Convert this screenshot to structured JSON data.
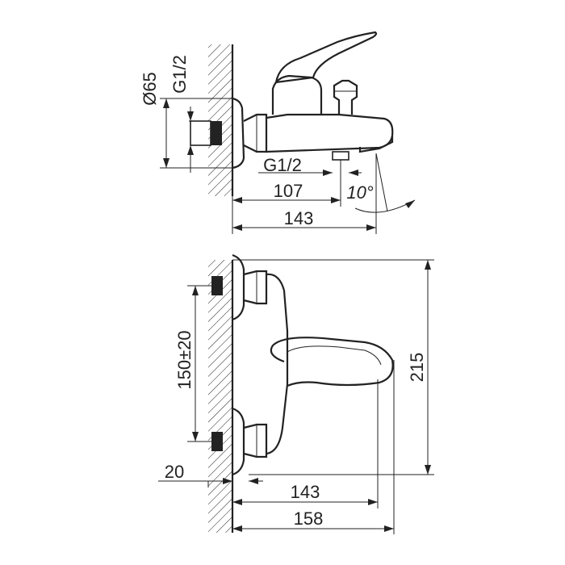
{
  "diagram": {
    "side_view": {
      "dim_diameter": "Ø65",
      "dim_thread_inlet": "G1/2",
      "dim_thread_outlet": "G1/2",
      "dim_outlet_depth": "107",
      "dim_total_depth": "143",
      "dim_angle": "10°"
    },
    "front_view": {
      "dim_center_distance": "150±20",
      "dim_height": "215",
      "dim_wall_offset": "20",
      "dim_lever_depth": "143",
      "dim_total_depth": "158"
    }
  },
  "colors": {
    "line": "#222222",
    "background": "#ffffff"
  }
}
